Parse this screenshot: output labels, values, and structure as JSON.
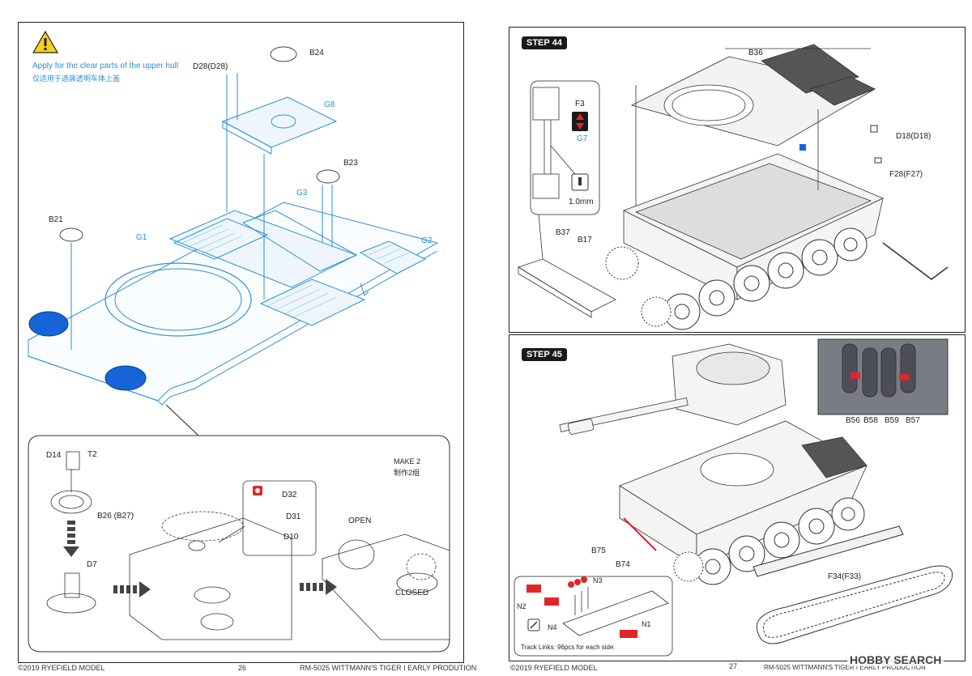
{
  "left_page": {
    "warning_note": "Apply for the clear parts of the upper hull",
    "warning_note_cn": "仅适用于选装透明车体上盖",
    "parts": {
      "b24": "B24",
      "d28": "D28(D28)",
      "g8": "G8",
      "b23": "B23",
      "g3": "G3",
      "b21": "B21",
      "g1": "G1",
      "g2": "G2"
    },
    "detail": {
      "d14": "D14",
      "t2": "T2",
      "b26": "B26 (B27)",
      "d7": "D7",
      "make2": "MAKE 2",
      "make2_cn": "制作2组",
      "d32": "D32",
      "d31": "D31",
      "d10": "D10",
      "open": "OPEN",
      "closed": "CLOSED"
    },
    "footer": {
      "copyright": "©2019 RYEFIELD MODEL",
      "page_number": "26",
      "product": "RM-5025 WITTMANN'S TIGER I EARLY PRODUTION"
    }
  },
  "right_page": {
    "step44": {
      "title": "STEP 44",
      "b36": "B36",
      "d18": "D18(D18)",
      "f28": "F28(F27)",
      "f3": "F3",
      "g7": "G7",
      "size": "1.0mm",
      "b37": "B37",
      "b17": "B17"
    },
    "step45": {
      "title": "STEP 45",
      "b56": "B56",
      "b58": "B58",
      "b59": "B59",
      "b57": "B57",
      "b75": "B75",
      "b74": "B74",
      "f34": "F34(F33)",
      "n3": "N3",
      "n2": "N2",
      "n1": "N1",
      "n4": "N4",
      "track_note": "Track Links: 96pcs for each side."
    },
    "footer": {
      "copyright": "©2019 RYEFIELD MODEL",
      "page_number": "27",
      "product": "RM-5025 WITTMANN'S TIGER I EARLY PRODUCTION",
      "watermark": "HOBBY SEARCH"
    }
  },
  "colors": {
    "accent_blue": "#2b8fd6",
    "part_blue": "#1565d8",
    "step_bg": "#1a1a1a",
    "warning_yellow": "#f2d21b",
    "highlight_red": "#e0262a"
  }
}
